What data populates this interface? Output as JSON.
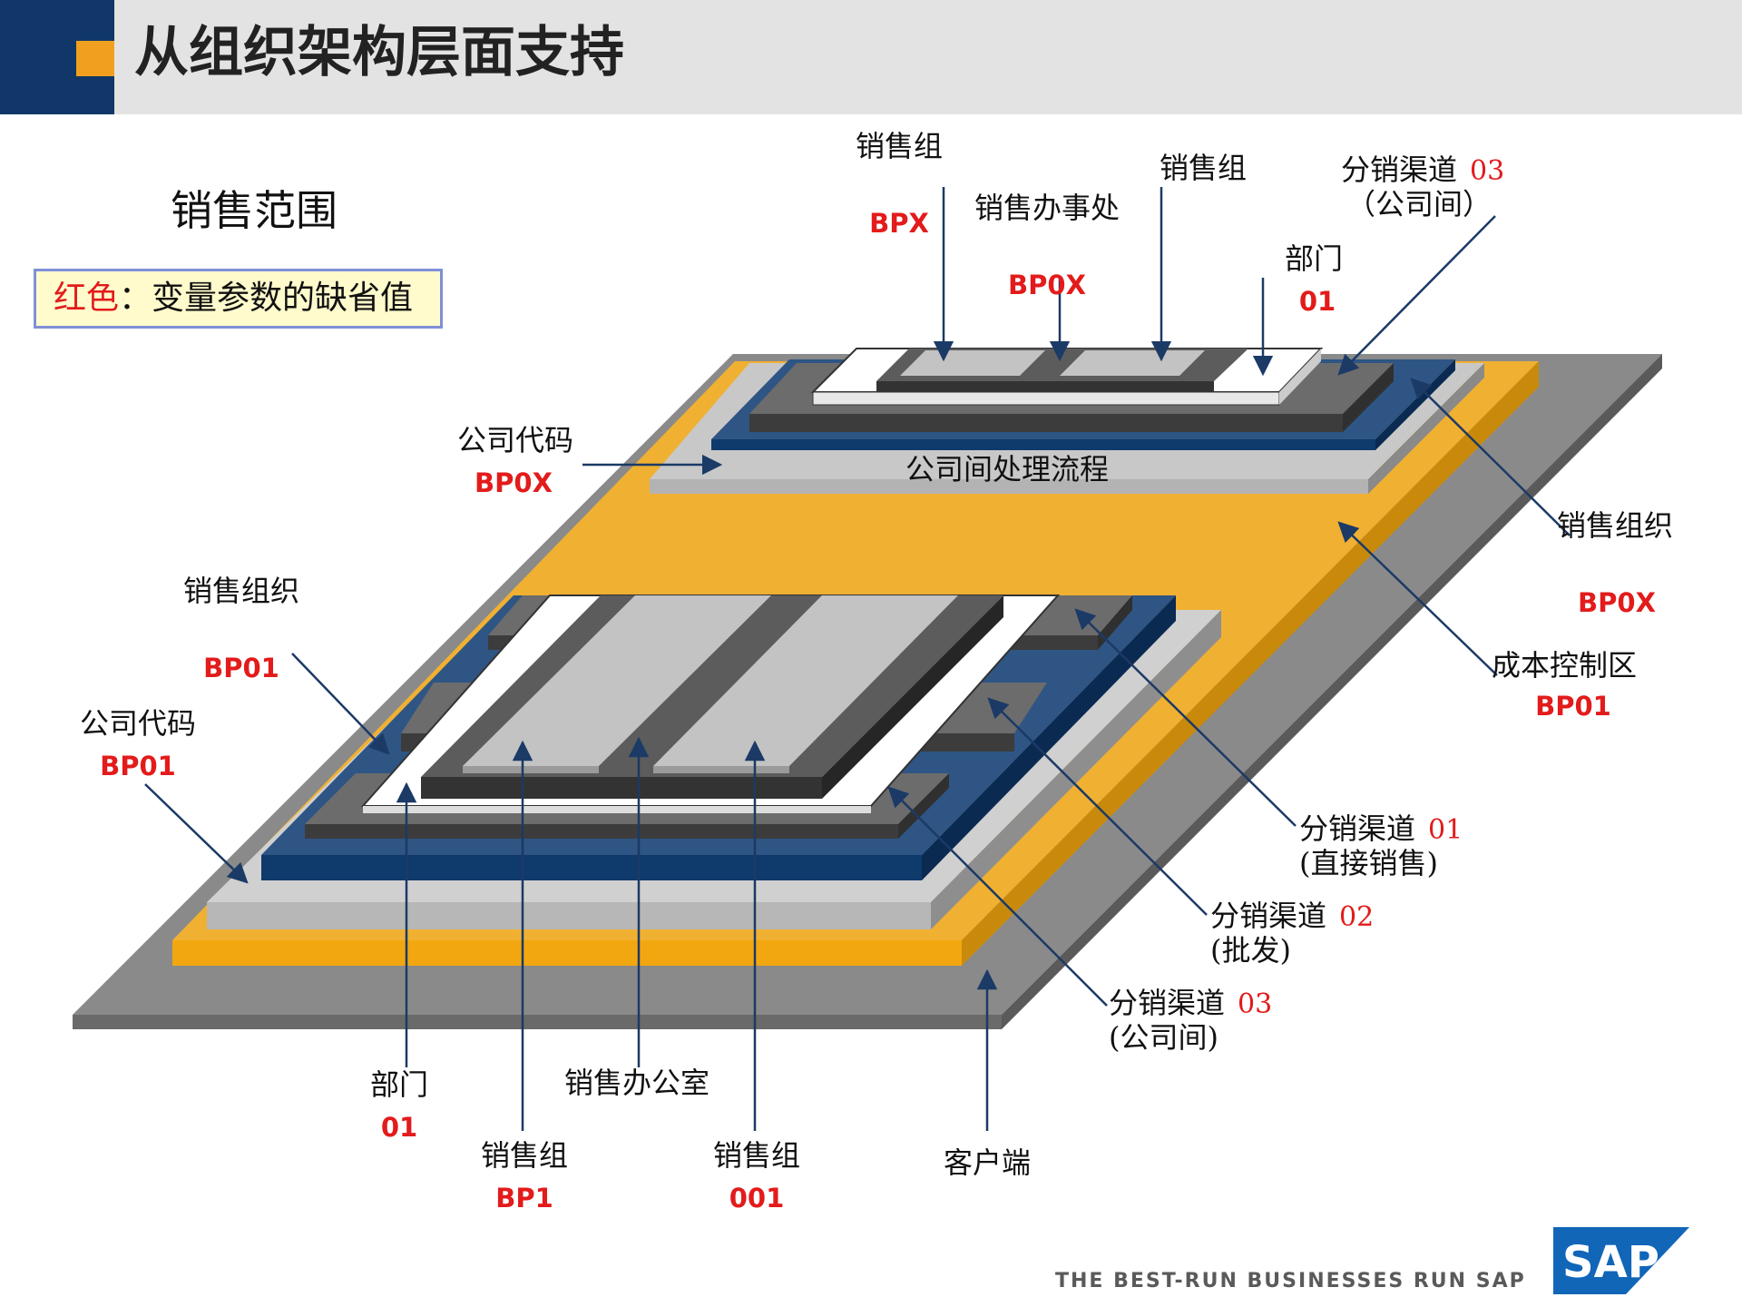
{
  "header": {
    "title": "从组织架构层面支持"
  },
  "scene": {
    "title": "销售范围"
  },
  "legend": {
    "red_part": "红色",
    "separator": "：",
    "rest": "变量参数的缺省值"
  },
  "upper": {
    "sales_group_1": {
      "label": "销售组",
      "value": "BPX"
    },
    "sales_office": {
      "label": "销售办事处",
      "value": "BP0X"
    },
    "sales_group_2": {
      "label": "销售组"
    },
    "dist_channel": {
      "label": "分销渠道",
      "code": "03",
      "note": "（公司间）"
    },
    "division": {
      "label": "部门",
      "value": "01"
    },
    "company_code": {
      "label": "公司代码",
      "value": "BP0X"
    },
    "intercompany": {
      "label": "公司间处理流程"
    },
    "sales_org": {
      "label": "销售组织",
      "value": "BP0X"
    }
  },
  "lower": {
    "controlling_area": {
      "label": "成本控制区",
      "value": "BP01"
    },
    "sales_org": {
      "label": "销售组织",
      "value": "BP01"
    },
    "company_code": {
      "label": "公司代码",
      "value": "BP01"
    },
    "dist_channel_01": {
      "label": "分销渠道",
      "code": "01",
      "note": "(直接销售)"
    },
    "dist_channel_02": {
      "label": "分销渠道",
      "code": "02",
      "note": "(批发)"
    },
    "dist_channel_03": {
      "label": "分销渠道",
      "code": "03",
      "note": "(公司间)"
    },
    "division": {
      "label": "部门",
      "value": "01"
    },
    "sales_office": {
      "label": "销售办公室"
    },
    "sales_group_bp1": {
      "label": "销售组",
      "value": "BP1"
    },
    "sales_group_001": {
      "label": "销售组",
      "value": "001"
    },
    "customer": {
      "label": "客户端"
    }
  },
  "footer": {
    "slogan": "THE BEST-RUN BUSINESSES RUN SAP",
    "logo": "SAP"
  },
  "colors": {
    "navy": "#103767",
    "orange": "#f0a01e",
    "red": "#e31b1b",
    "gray": "#888888",
    "slab_blue": "#2c5282",
    "arrow": "#1b3a66"
  }
}
